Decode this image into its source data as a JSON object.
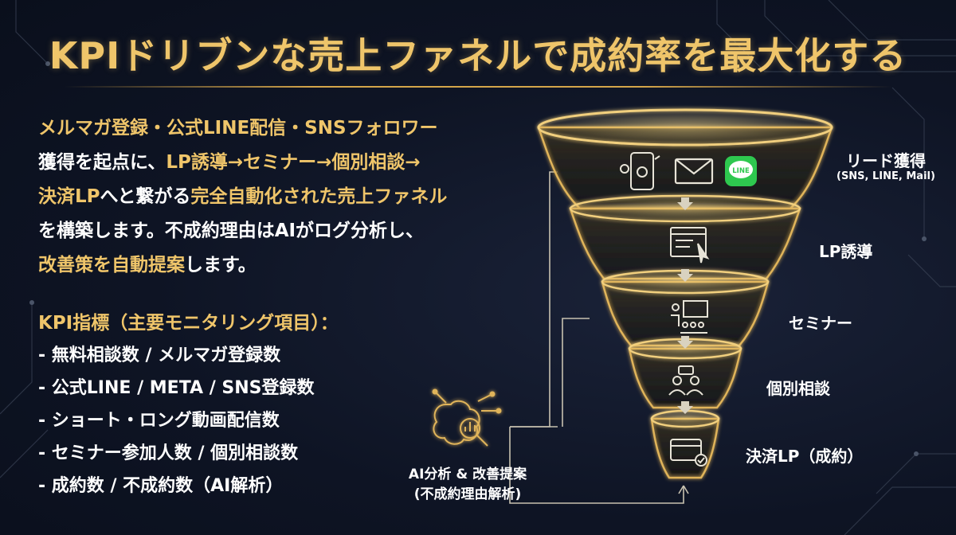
{
  "title": "KPIドリブンな売上ファネルで成約率を最大化する",
  "intro": {
    "line1_gold": "メルマガ登録・公式LINE配信・SNSフォロワー",
    "line2_a": "獲得を起点に、",
    "line2_gold": "LP誘導→セミナー→個別相談→",
    "line3_gold_a": "決済LP",
    "line3_b": "へと繋がる",
    "line3_gold_c": "完全自動化された売上ファネル",
    "line4": "を構築します。不成約理由はAIがログ分析し、",
    "line5_gold": "改善策を自動提案",
    "line5_b": "します。"
  },
  "kpi": {
    "heading": "KPI指標（主要モニタリング項目）：",
    "items": [
      "- 無料相談数 / メルマガ登録数",
      "- 公式LINE / META / SNS登録数",
      "- ショート・ロング動画配信数",
      "- セミナー参加人数 / 個別相談数",
      "- 成約数 / 不成約数（AI解析）"
    ]
  },
  "funnel": {
    "stages": [
      {
        "label": "リード獲得",
        "sub": "(SNS, LINE, Mail)",
        "icons": [
          "smartphone-icon",
          "mail-icon",
          "line-app-icon"
        ]
      },
      {
        "label": "LP誘導",
        "icons": [
          "landing-page-icon"
        ]
      },
      {
        "label": "セミナー",
        "icons": [
          "seminar-icon"
        ]
      },
      {
        "label": "個別相談",
        "icons": [
          "consultation-icon"
        ]
      },
      {
        "label": "決済LP（成約）",
        "icons": [
          "payment-card-icon"
        ]
      }
    ],
    "line_badge": "LINE",
    "ai": {
      "icon": "ai-brain-icon",
      "line1": "AI分析 & 改善提案",
      "line2": "(不成約理由解析)"
    }
  },
  "colors": {
    "gold": "#efc56a",
    "gold_line": "#e0b45a",
    "background": "#0e1424",
    "line_green": "#2ec84f"
  }
}
